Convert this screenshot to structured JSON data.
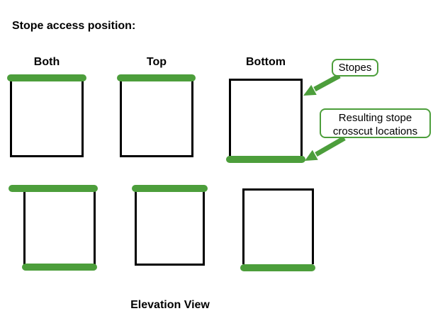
{
  "title": "Stope access position:",
  "columns": [
    {
      "label": "Both"
    },
    {
      "label": "Top"
    },
    {
      "label": "Bottom"
    }
  ],
  "callouts": {
    "stopes": {
      "label": "Stopes"
    },
    "crosscut": {
      "line1": "Resulting stope",
      "line2": "crosscut locations"
    }
  },
  "footer": "Elevation View",
  "colors": {
    "green": "#4C9E3B",
    "outline": "#000000",
    "background": "#FFFFFF"
  },
  "diagram": {
    "description": "Elevation view of stopes showing resulting stope crosscut locations (green bars) for each stope access position",
    "rows": [
      {
        "squares": [
          {
            "column": "Both",
            "green_top": true,
            "green_bottom": false
          },
          {
            "column": "Top",
            "green_top": true,
            "green_bottom": false
          },
          {
            "column": "Bottom",
            "green_top": false,
            "green_bottom": true
          }
        ]
      },
      {
        "squares": [
          {
            "column": "Both",
            "green_top": true,
            "green_bottom": true
          },
          {
            "column": "Top",
            "green_top": true,
            "green_bottom": false
          },
          {
            "column": "Bottom",
            "green_top": false,
            "green_bottom": true
          }
        ]
      }
    ]
  }
}
